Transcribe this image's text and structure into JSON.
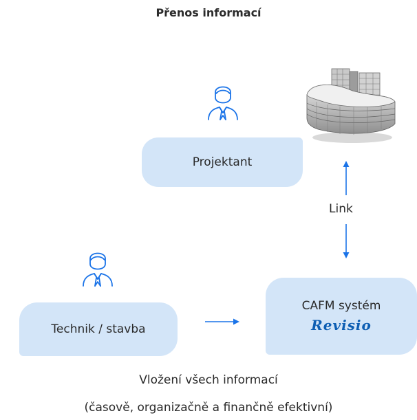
{
  "title": "Přenos informací",
  "nodes": {
    "projektant": "Projektant",
    "technik": "Technik / stavba",
    "cafm": "CAFM systém",
    "cafm_logo": "Revisio"
  },
  "link_label": "Link",
  "footer": {
    "line1": "Vložení všech informací",
    "line2": "(časově, organizačně a finančně efektivní)"
  },
  "colors": {
    "box_fill": "#d3e5f8",
    "arrow": "#1a73e8",
    "icon_stroke": "#1a73e8",
    "logo": "#0d5eb3"
  },
  "icons": [
    "person-icon",
    "person-icon",
    "building-model-image"
  ]
}
